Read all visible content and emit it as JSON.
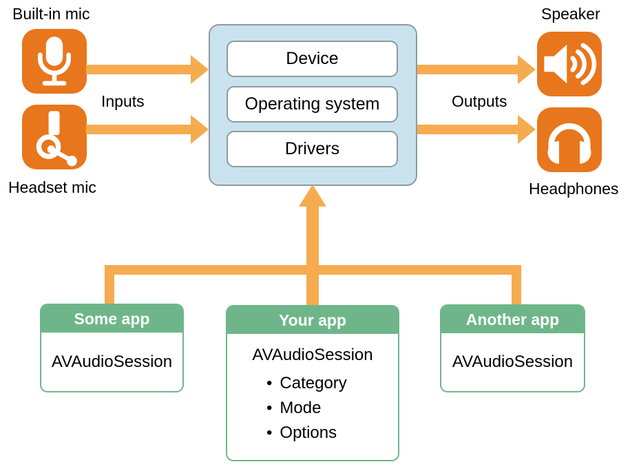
{
  "labels": {
    "built_in_mic": "Built-in mic",
    "headset_mic": "Headset mic",
    "speaker": "Speaker",
    "headphones": "Headphones",
    "inputs": "Inputs",
    "outputs": "Outputs"
  },
  "system_box": {
    "layers": [
      "Device",
      "Operating system",
      "Drivers"
    ]
  },
  "apps": [
    {
      "title": "Some app",
      "session": "AVAudioSession",
      "bullets": []
    },
    {
      "title": "Your app",
      "session": "AVAudioSession",
      "bullets": [
        "Category",
        "Mode",
        "Options"
      ]
    },
    {
      "title": "Another app",
      "session": "AVAudioSession",
      "bullets": []
    }
  ],
  "icons": {
    "built_in_mic": "mic-icon",
    "headset_mic": "headset-mic-icon",
    "speaker": "speaker-icon",
    "headphones": "headphones-icon"
  },
  "colors": {
    "icon_orange": "#E8761C",
    "arrow_orange": "#F6AB4F",
    "app_green": "#6EB689",
    "system_blue": "#C9E3EE",
    "system_border": "#8E999F",
    "text": "#000000",
    "glyph_white": "#FFFFFF"
  }
}
